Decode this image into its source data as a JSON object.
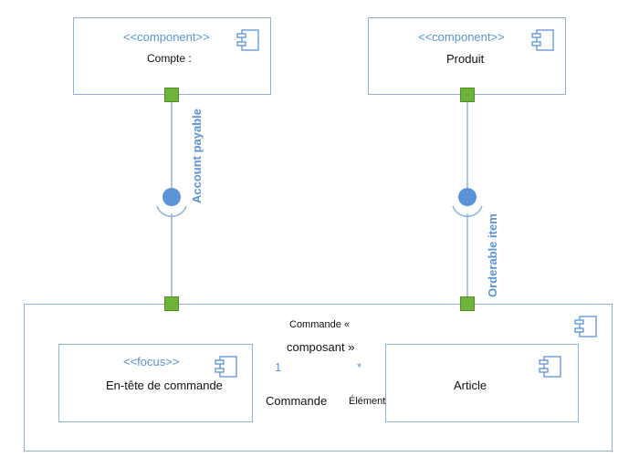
{
  "components": {
    "compte": {
      "stereotype": "<<component>>",
      "name": "Compte :"
    },
    "produit": {
      "stereotype": "<<component>>",
      "name": "Produit"
    },
    "commande": {
      "name_line1": "Commande «",
      "name_line2": "composant »"
    },
    "entete": {
      "stereotype": "<<focus>>",
      "name": "En-tête de commande"
    },
    "article": {
      "name": "Article"
    }
  },
  "interfaces": {
    "left": {
      "label": "Account payable"
    },
    "right": {
      "label": "Orderable item"
    }
  },
  "association": {
    "multiplicity_left": "1",
    "multiplicity_right": "*",
    "role_left": "Commande",
    "role_right": "Élément"
  },
  "colors": {
    "border": "#8fb0d8",
    "port": "#6fb33d",
    "lollipop": "#5b93d6",
    "text_accent": "#5b93d6"
  }
}
